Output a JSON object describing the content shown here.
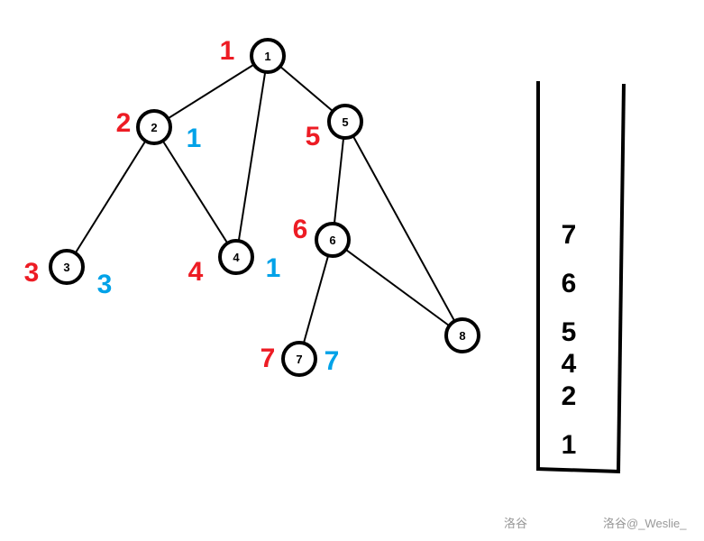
{
  "graph": {
    "nodes": [
      "1",
      "2",
      "3",
      "4",
      "5",
      "6",
      "7",
      "8"
    ],
    "edges": [
      [
        "1",
        "2"
      ],
      [
        "1",
        "4"
      ],
      [
        "1",
        "5"
      ],
      [
        "2",
        "3"
      ],
      [
        "2",
        "4"
      ],
      [
        "5",
        "6"
      ],
      [
        "5",
        "8"
      ],
      [
        "6",
        "7"
      ],
      [
        "6",
        "8"
      ]
    ],
    "red_labels": {
      "1": "1",
      "2": "2",
      "3": "3",
      "4": "4",
      "5": "5",
      "6": "6",
      "7": "7"
    },
    "blue_labels": {
      "2": "1",
      "3": "3",
      "4": "1",
      "7": "7"
    }
  },
  "stack": {
    "items_top_to_bottom": [
      "7",
      "6",
      "5",
      "4",
      "2",
      "1"
    ]
  },
  "colors": {
    "red": "#ed1c24",
    "blue": "#00a2e8",
    "black": "#000000"
  },
  "watermark": {
    "left": "洛谷",
    "right": "洛谷@_Weslie_"
  }
}
